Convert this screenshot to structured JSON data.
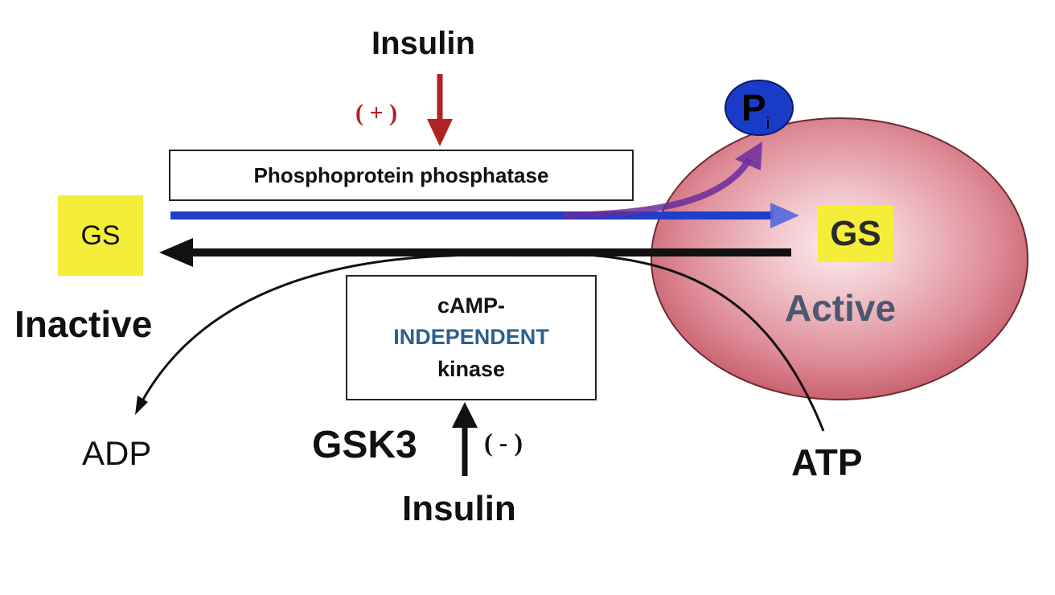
{
  "insulin_top": "Insulin",
  "insulin_top_effect": "( + )",
  "phosphatase_label": "Phosphoprotein phosphatase",
  "gs_inactive": {
    "label": "GS",
    "state": "Inactive"
  },
  "gs_active": {
    "label": "GS",
    "state": "Active"
  },
  "pi": {
    "letter": "P",
    "subscript": "i"
  },
  "kinase": {
    "line1": "cAMP-",
    "line2": "INDEPENDENT",
    "line3": "kinase"
  },
  "adp": "ADP",
  "atp": "ATP",
  "gsk3": "GSK3",
  "insulin_bottom_effect": "( - )",
  "insulin_bottom": "Insulin",
  "colors": {
    "insulin_arrow": "#b22222",
    "phosphatase_arrow": "#1d3fc9",
    "pi_arrow": "#6a2c9e",
    "pi_circle": "#1a3bc8",
    "gs_highlight": "#f4ee3a",
    "active_blob": "#d9707c",
    "kinase_text_accent": "#2f5f8a",
    "active_text": "#4a5870"
  }
}
